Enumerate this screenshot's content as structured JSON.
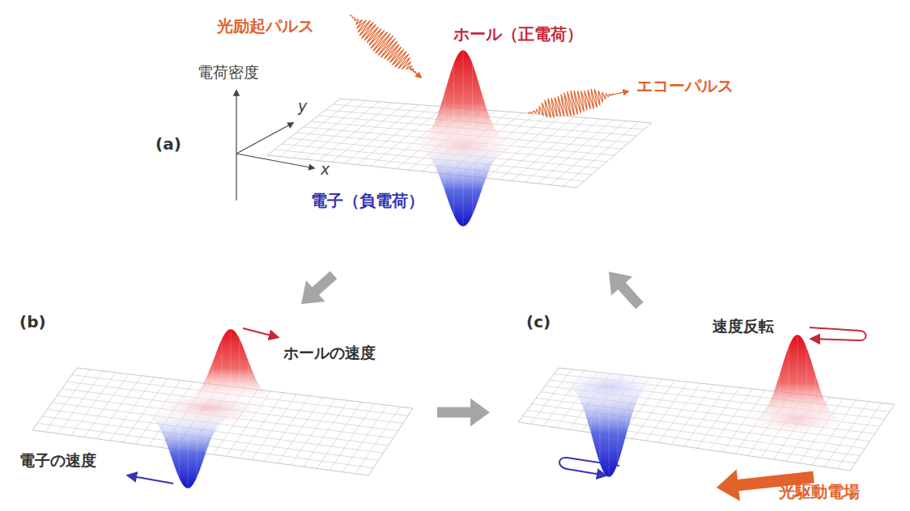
{
  "diagram": {
    "labels": [
      "光励起パルス",
      "ホール（正電荷）",
      "電荷密度",
      "y",
      "エコーパルス",
      "(a)",
      "x",
      "電子（負電荷）",
      "(b)",
      "ホールの速度",
      "電子の速度",
      "(c)",
      "速度反転",
      "光駆動電場"
    ]
  }
}
